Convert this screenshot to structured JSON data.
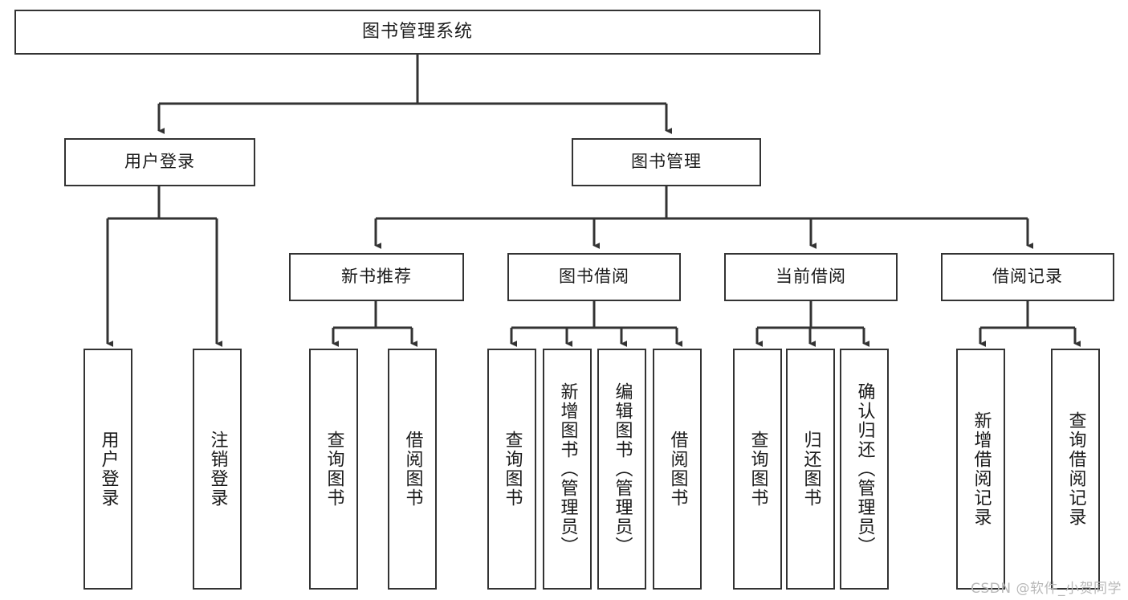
{
  "diagram": {
    "title": "图书管理系统",
    "type": "tree-hierarchy",
    "watermark": "CSDN @软件_小贺同学",
    "colors": {
      "box_border": "#333333",
      "box_fill": "#ffffff",
      "text": "#1a1a1a",
      "connector": "#333333",
      "watermark": "#b9b9b9",
      "background": "#ffffff"
    },
    "root": {
      "label": "图书管理系统"
    },
    "level2": [
      {
        "label": "用户登录"
      },
      {
        "label": "图书管理"
      }
    ],
    "level3": [
      {
        "label": "新书推荐"
      },
      {
        "label": "图书借阅"
      },
      {
        "label": "当前借阅"
      },
      {
        "label": "借阅记录"
      }
    ],
    "leaves": {
      "user_login": [
        {
          "label": "用户登录"
        },
        {
          "label": "注销登录"
        }
      ],
      "new_book_recommend": [
        {
          "label": "查询图书"
        },
        {
          "label": "借阅图书"
        }
      ],
      "book_borrow": [
        {
          "label": "查询图书"
        },
        {
          "label": "新增图书（管理员）"
        },
        {
          "label": "编辑图书（管理员）"
        },
        {
          "label": "借阅图书"
        }
      ],
      "current_borrow": [
        {
          "label": "查询图书"
        },
        {
          "label": "归还图书"
        },
        {
          "label": "确认归还（管理员）"
        }
      ],
      "borrow_record": [
        {
          "label": "新增借阅记录"
        },
        {
          "label": "查询借阅记录"
        }
      ]
    }
  }
}
